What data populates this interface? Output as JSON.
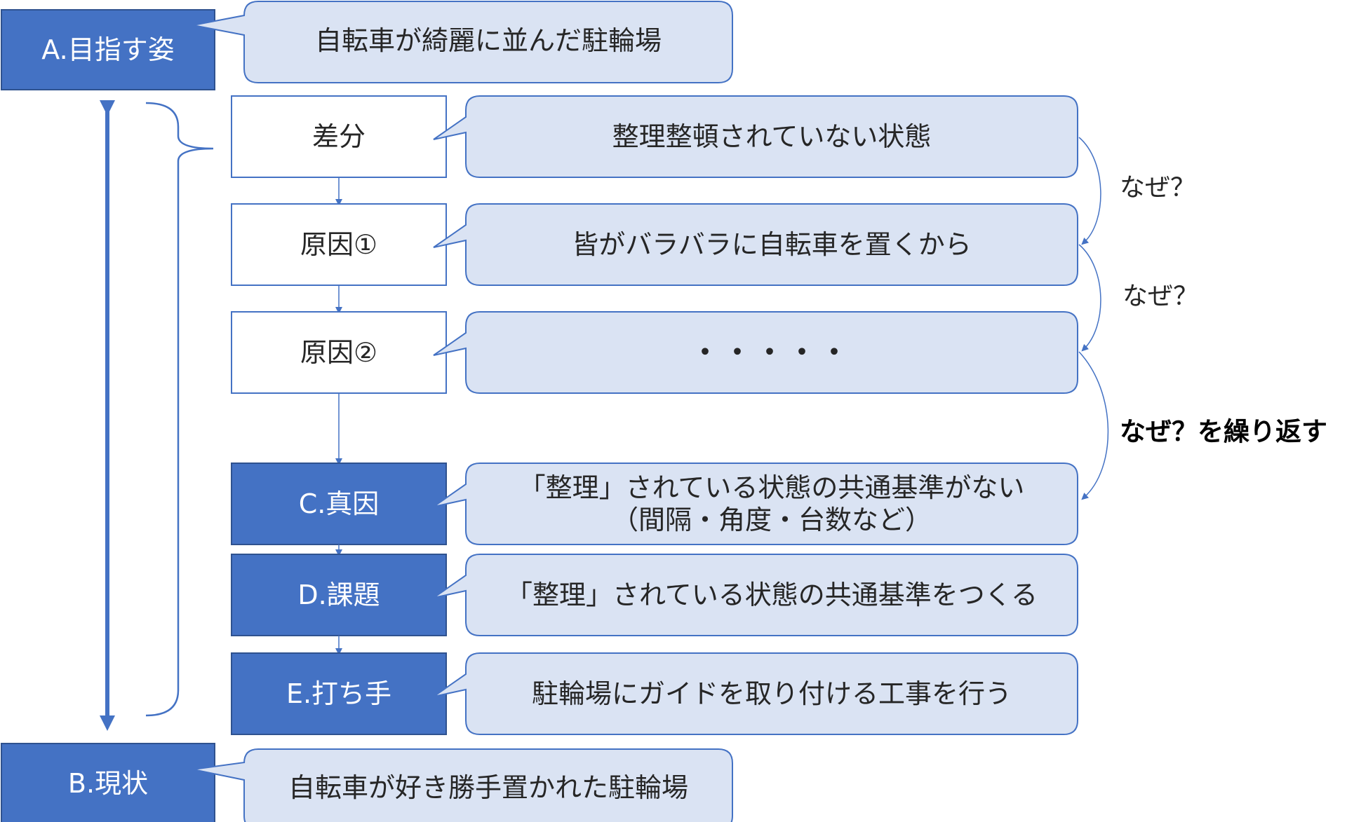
{
  "colors": {
    "dark_fill": "#4472C4",
    "dark_border": "#2F528F",
    "light_fill": "#DAE3F3",
    "white_fill": "#FFFFFF",
    "line": "#4472C4"
  },
  "goal": {
    "label": "A.目指す姿",
    "callout": "自転車が綺麗に並んだ駐輪場"
  },
  "current": {
    "label": "B.現状",
    "callout": "自転車が好き勝手置かれた駐輪場"
  },
  "steps": [
    {
      "label": "差分",
      "callout": [
        "整理整頓されていない状態"
      ],
      "dark": false
    },
    {
      "label": "原因①",
      "callout": [
        "皆がバラバラに自転車を置くから"
      ],
      "dark": false
    },
    {
      "label": "原因②",
      "callout": [
        "・・・・・"
      ],
      "dark": false
    },
    {
      "label": "C.真因",
      "callout": [
        "「整理」されている状態の共通基準がない",
        "（間隔・角度・台数など）"
      ],
      "dark": true
    },
    {
      "label": "D.課題",
      "callout": [
        "「整理」されている状態の共通基準をつくる"
      ],
      "dark": true
    },
    {
      "label": "E.打ち手",
      "callout": [
        "駐輪場にガイドを取り付ける工事を行う"
      ],
      "dark": true
    }
  ],
  "why_labels": [
    "なぜ？",
    "なぜ？",
    "なぜ？を繰り返す"
  ]
}
